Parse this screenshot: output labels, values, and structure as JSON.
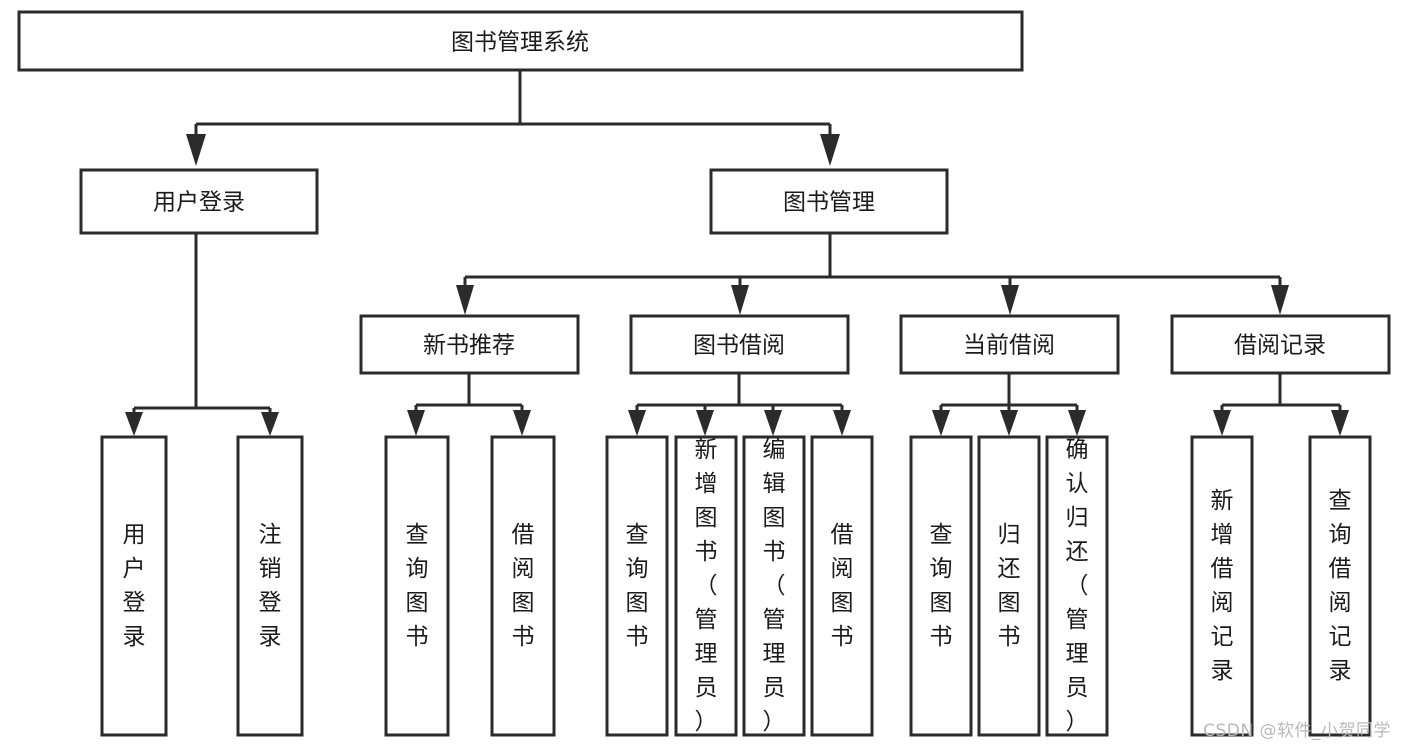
{
  "diagram": {
    "type": "tree-hierarchy",
    "title": "图书管理系统",
    "orientation": "top-down",
    "colors": {
      "stroke": "#2b2b2b",
      "fill": "#ffffff",
      "text": "#1b1b1b",
      "background": "#ffffff",
      "watermark": "#b9b9b9"
    },
    "nodes": {
      "root": {
        "label": "图书管理系统",
        "level": 0
      },
      "level1": [
        {
          "id": "user-login",
          "label": "用户登录"
        },
        {
          "id": "book-management",
          "label": "图书管理"
        }
      ],
      "level2": [
        {
          "id": "new-book-recommend",
          "label": "新书推荐",
          "parent": "book-management"
        },
        {
          "id": "book-borrow",
          "label": "图书借阅",
          "parent": "book-management"
        },
        {
          "id": "current-borrow",
          "label": "当前借阅",
          "parent": "book-management"
        },
        {
          "id": "borrow-record",
          "label": "借阅记录",
          "parent": "book-management"
        }
      ],
      "leaves": {
        "user-login": [
          {
            "id": "leaf-user-login",
            "label": "用户登录"
          },
          {
            "id": "leaf-user-logout",
            "label": "注销登录"
          }
        ],
        "new-book-recommend": [
          {
            "id": "leaf-query-book-1",
            "label": "查询图书"
          },
          {
            "id": "leaf-borrow-book-1",
            "label": "借阅图书"
          }
        ],
        "book-borrow": [
          {
            "id": "leaf-query-book-2",
            "label": "查询图书"
          },
          {
            "id": "leaf-add-book",
            "label": "新增图书（管理员）"
          },
          {
            "id": "leaf-edit-book",
            "label": "编辑图书（管理员）"
          },
          {
            "id": "leaf-borrow-book-2",
            "label": "借阅图书"
          }
        ],
        "current-borrow": [
          {
            "id": "leaf-query-book-3",
            "label": "查询图书"
          },
          {
            "id": "leaf-return-book",
            "label": "归还图书"
          },
          {
            "id": "leaf-confirm-return",
            "label": "确认归还（管理员）"
          }
        ],
        "borrow-record": [
          {
            "id": "leaf-add-record",
            "label": "新增借阅记录"
          },
          {
            "id": "leaf-query-record",
            "label": "查询借阅记录"
          }
        ]
      }
    },
    "watermark": "CSDN @软件_小贺同学"
  }
}
